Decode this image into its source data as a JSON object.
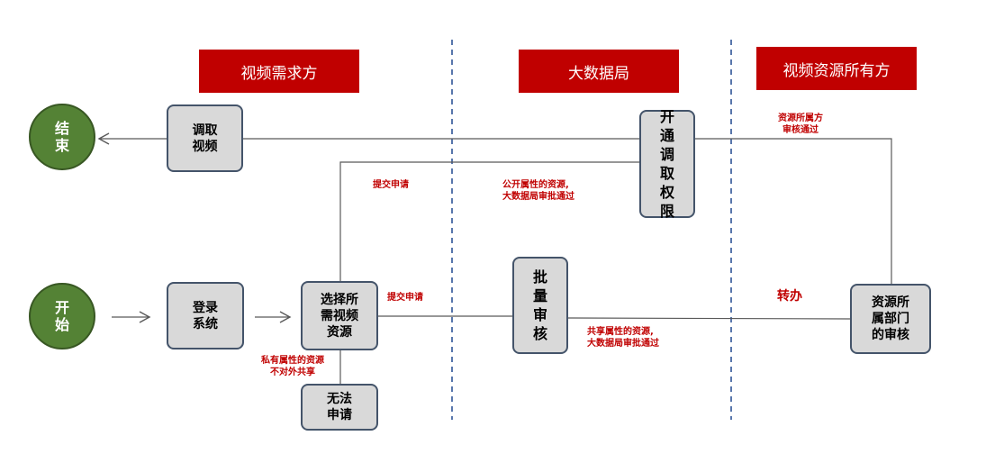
{
  "lanes": {
    "requester": "视频需求方",
    "bigdata": "大数据局",
    "owner": "视频资源所有方"
  },
  "nodes": {
    "end": "结\n束",
    "start": "开\n始",
    "retrieve_video": "调取\n视频",
    "login": "登录\n系统",
    "select_resource": "选择所\n需视频\n资源",
    "cannot_apply": "无法\n申请",
    "batch_review": "批\n量\n审\n核",
    "grant_access": "开\n通\n调\n取\n权\n限",
    "dept_review": "资源所\n属部门\n的审核"
  },
  "notes": {
    "submit_top": "提交申请",
    "submit_mid": "提交申请",
    "public_approved": "公开属性的资源,\n大数据局审批通过",
    "shared_approved": "共享属性的资源,\n大数据局审批通过",
    "private_no_share": "私有属性的资源\n不对外共享",
    "owner_approved": "资源所属方\n审核通过",
    "transfer": "转办"
  },
  "colors": {
    "header_bg": "#c00000",
    "circle_fill": "#548235",
    "box_fill": "#d9d9d9",
    "box_border": "#44546a",
    "line": "#595959",
    "divider": "#2f5597",
    "note_text": "#c00000"
  }
}
